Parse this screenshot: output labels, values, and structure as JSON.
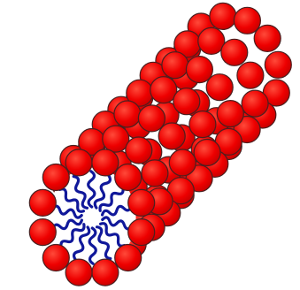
{
  "figure": {
    "subject": "cylindrical-micelle",
    "background": "#ffffff",
    "head_color": "#ee0000",
    "head_highlight": "#ff4a3a",
    "head_stroke": "#4a2020",
    "tail_color": "#10189a",
    "rod_rings": 7,
    "heads_per_ring": 12,
    "visible_tails": 14
  }
}
